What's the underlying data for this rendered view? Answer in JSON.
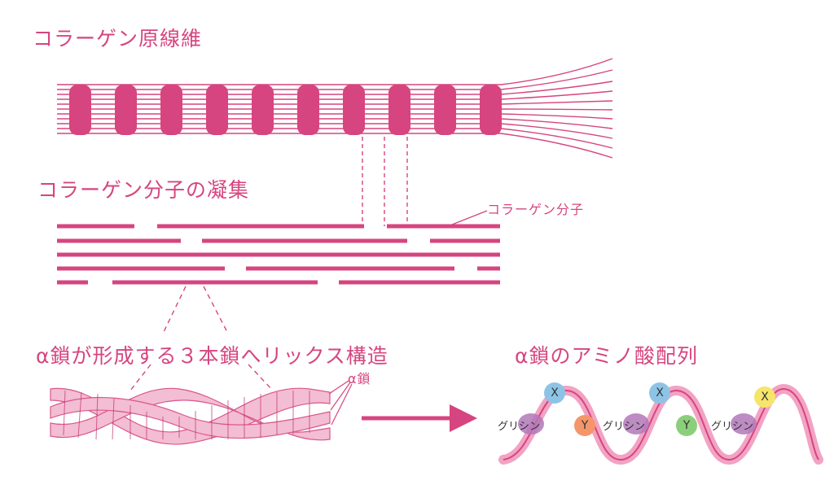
{
  "colors": {
    "accent": "#d6457f",
    "accent_dark": "#c0306c",
    "accent_light": "#f2b6cf",
    "glycine": "#9b4fa0",
    "res_x_blue": "#8dc4e6",
    "res_y_orange": "#f4966a",
    "res_y_green": "#8ccf7a",
    "res_x_yellow": "#f6e56b"
  },
  "titles": {
    "fibril": "コラーゲン原線維",
    "aggregation": "コラーゲン分子の凝集",
    "triple_helix": "α鎖が形成する３本鎖へリックス構造",
    "amino_sequence": "α鎖のアミノ酸配列"
  },
  "labels": {
    "collagen_molecule": "コラーゲン分子",
    "alpha_chain": "α鎖"
  },
  "sequence": [
    {
      "kind": "glycine",
      "text": "グリシン"
    },
    {
      "kind": "X",
      "text": "X",
      "color": "#8dc4e6"
    },
    {
      "kind": "Y",
      "text": "Y",
      "color": "#f4966a"
    },
    {
      "kind": "glycine",
      "text": "グリシン"
    },
    {
      "kind": "X",
      "text": "X",
      "color": "#8dc4e6"
    },
    {
      "kind": "Y",
      "text": "Y",
      "color": "#8ccf7a"
    },
    {
      "kind": "glycine",
      "text": "グリシン"
    },
    {
      "kind": "X",
      "text": "X",
      "color": "#f6e56b"
    }
  ]
}
